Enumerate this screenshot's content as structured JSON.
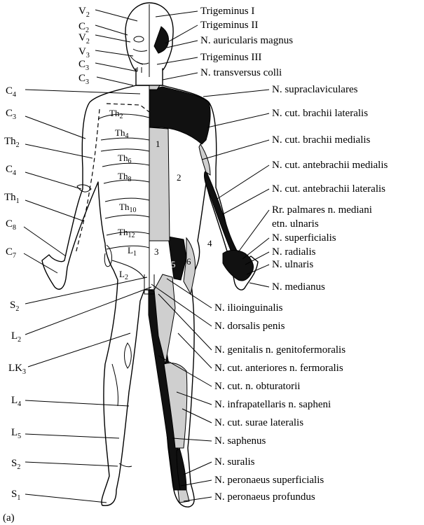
{
  "left_labels": [
    {
      "base": "V",
      "sub": "2"
    },
    {
      "base": "C",
      "sub": "2"
    },
    {
      "base": "V",
      "sub": "2"
    },
    {
      "base": "V",
      "sub": "3"
    },
    {
      "base": "C",
      "sub": "3"
    },
    {
      "base": "C",
      "sub": "3"
    },
    {
      "base": "C",
      "sub": "4"
    },
    {
      "base": "C",
      "sub": "3"
    },
    {
      "base": "Th",
      "sub": "2"
    },
    {
      "base": "C",
      "sub": "4"
    },
    {
      "base": "Th",
      "sub": "1"
    },
    {
      "base": "C",
      "sub": "8"
    },
    {
      "base": "C",
      "sub": "7"
    },
    {
      "base": "S",
      "sub": "2"
    },
    {
      "base": "L",
      "sub": "2"
    },
    {
      "base": "LK",
      "sub": "3"
    },
    {
      "base": "L",
      "sub": "4"
    },
    {
      "base": "L",
      "sub": "5"
    },
    {
      "base": "S",
      "sub": "2"
    },
    {
      "base": "S",
      "sub": "1"
    }
  ],
  "body_labels": [
    {
      "base": "Th",
      "sub": "2"
    },
    {
      "base": "Th",
      "sub": "4"
    },
    {
      "base": "Th",
      "sub": "6"
    },
    {
      "base": "Th",
      "sub": "8"
    },
    {
      "base": "Th",
      "sub": "10"
    },
    {
      "base": "Th",
      "sub": "12"
    },
    {
      "base": "L",
      "sub": "1"
    },
    {
      "base": "L",
      "sub": "2"
    }
  ],
  "region_numbers": [
    "1",
    "2",
    "3",
    "4",
    "5",
    "6"
  ],
  "right_labels": [
    "Trigeminus I",
    "Trigeminus II",
    "N. auricularis magnus",
    "Trigeminus III",
    "N. transversus colli",
    "N. supraclaviculares",
    "N. cut. brachii lateralis",
    "N. cut. brachii medialis",
    "N. cut. antebrachii medialis",
    "N. cut. antebrachii lateralis",
    "Rr. palmares n. mediani",
    "etn. ulnaris",
    "N. superficialis",
    "N. radialis",
    "N. ulnaris",
    "N. medianus",
    "N. ilioinguinalis",
    "N. dorsalis penis",
    "N. genitalis n. genitofermoralis",
    "N. cut. anteriores n. fermoralis",
    "N. cut. n. obturatorii",
    "N. infrapatellaris n. sapheni",
    "N. cut. surae lateralis",
    "N. saphenus",
    "N. suralis",
    "N. peronaeus superficialis",
    "N. peronaeus profundus"
  ],
  "panel_label": "(a)",
  "colors": {
    "nerve_dark": "#111111",
    "nerve_grey": "#cfcfcf",
    "line": "#000000",
    "background": "#ffffff"
  }
}
